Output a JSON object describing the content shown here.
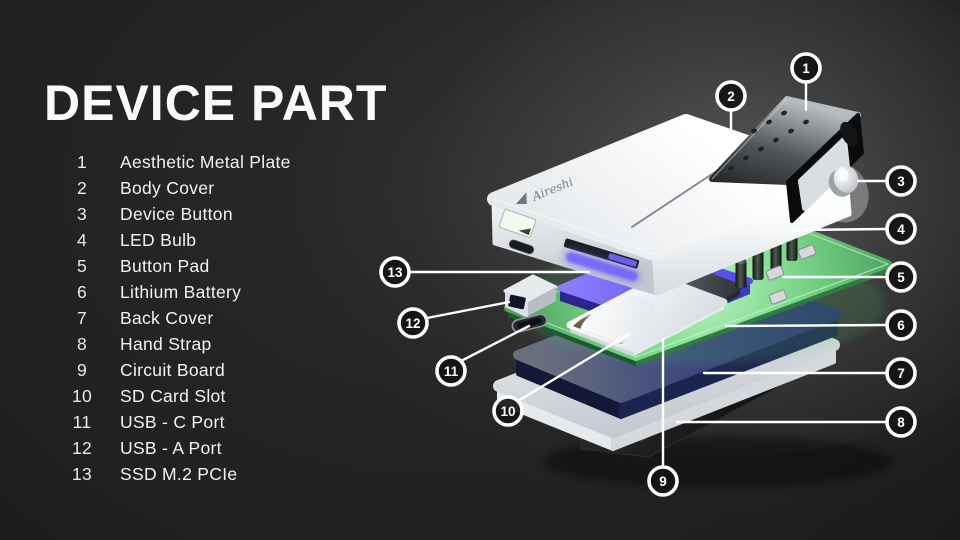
{
  "title": "DEVICE PART",
  "device": {
    "logo_text": "Aireshi"
  },
  "parts": [
    {
      "num": "1",
      "label": "Aesthetic Metal Plate"
    },
    {
      "num": "2",
      "label": "Body Cover"
    },
    {
      "num": "3",
      "label": "Device Button"
    },
    {
      "num": "4",
      "label": "LED Bulb"
    },
    {
      "num": "5",
      "label": "Button Pad"
    },
    {
      "num": "6",
      "label": "Lithium Battery"
    },
    {
      "num": "7",
      "label": "Back Cover"
    },
    {
      "num": "8",
      "label": "Hand Strap"
    },
    {
      "num": "9",
      "label": "Circuit Board"
    },
    {
      "num": "10",
      "label": "SD Card Slot"
    },
    {
      "num": "11",
      "label": "USB - C Port"
    },
    {
      "num": "12",
      "label": "USB - A Port"
    },
    {
      "num": "13",
      "label": "SSD M.2 PCIe"
    }
  ],
  "colors": {
    "background": "#1e1e1e",
    "text": "#f2f2f2",
    "board_green": "#74d184",
    "ssd_purple": "#6f60f6",
    "battery_navy": "#2b356b",
    "cover_white": "#f4f6f7",
    "strap_black": "#151515",
    "callout_stroke": "#ffffff"
  }
}
